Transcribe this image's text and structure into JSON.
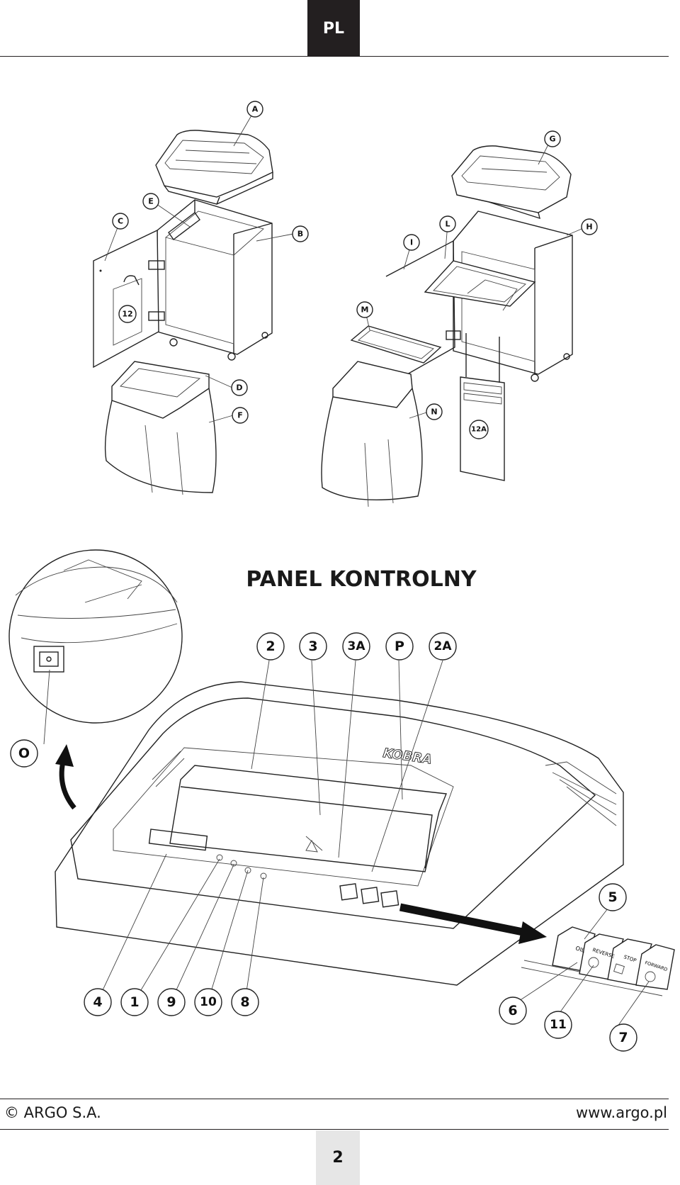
{
  "header": {
    "language_tab": "PL"
  },
  "section_title": "PANEL KONTROLNY",
  "exploded_view_left": {
    "callouts": [
      "A",
      "B",
      "C",
      "D",
      "E",
      "F",
      "12"
    ]
  },
  "exploded_view_right": {
    "callouts": [
      "G",
      "H",
      "I",
      "L",
      "M",
      "N",
      "12A"
    ]
  },
  "control_panel": {
    "brand_mark": "KOBRA",
    "top_callouts": [
      "2",
      "3",
      "3A",
      "P",
      "2A"
    ],
    "bottom_callouts": [
      "4",
      "1",
      "9",
      "10",
      "8"
    ],
    "power_switch_callout": "O",
    "button_callouts": [
      "5",
      "6",
      "11",
      "7"
    ],
    "button_labels": {
      "oil": "OIL",
      "reverse": "REVERSE",
      "stop": "STOP",
      "forward": "FORWARD"
    }
  },
  "footer": {
    "copyright": "© ARGO S.A.",
    "website": "www.argo.pl",
    "page_number": "2"
  }
}
